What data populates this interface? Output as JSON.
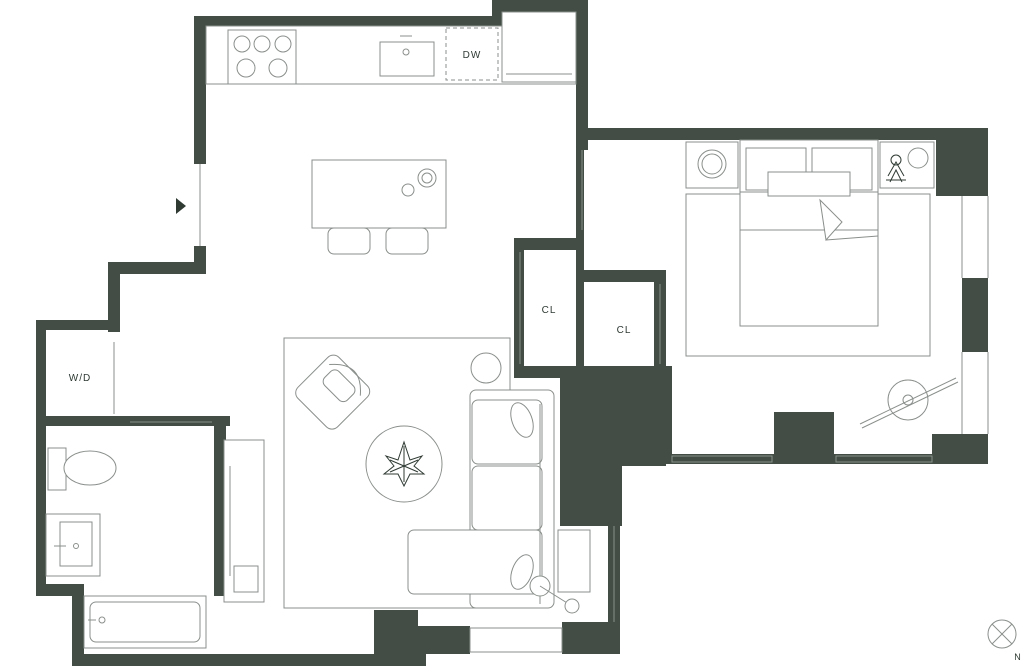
{
  "colors": {
    "wall": "#434d45",
    "line": "#8a8f8b",
    "background": "#ffffff"
  },
  "labels": {
    "dishwasher": "DW",
    "closet_1": "CL",
    "closet_2": "CL",
    "washer_dryer": "W/D",
    "north": "N"
  },
  "icons": {
    "entry": "entry-arrow-icon",
    "compass": "north-compass-icon"
  }
}
